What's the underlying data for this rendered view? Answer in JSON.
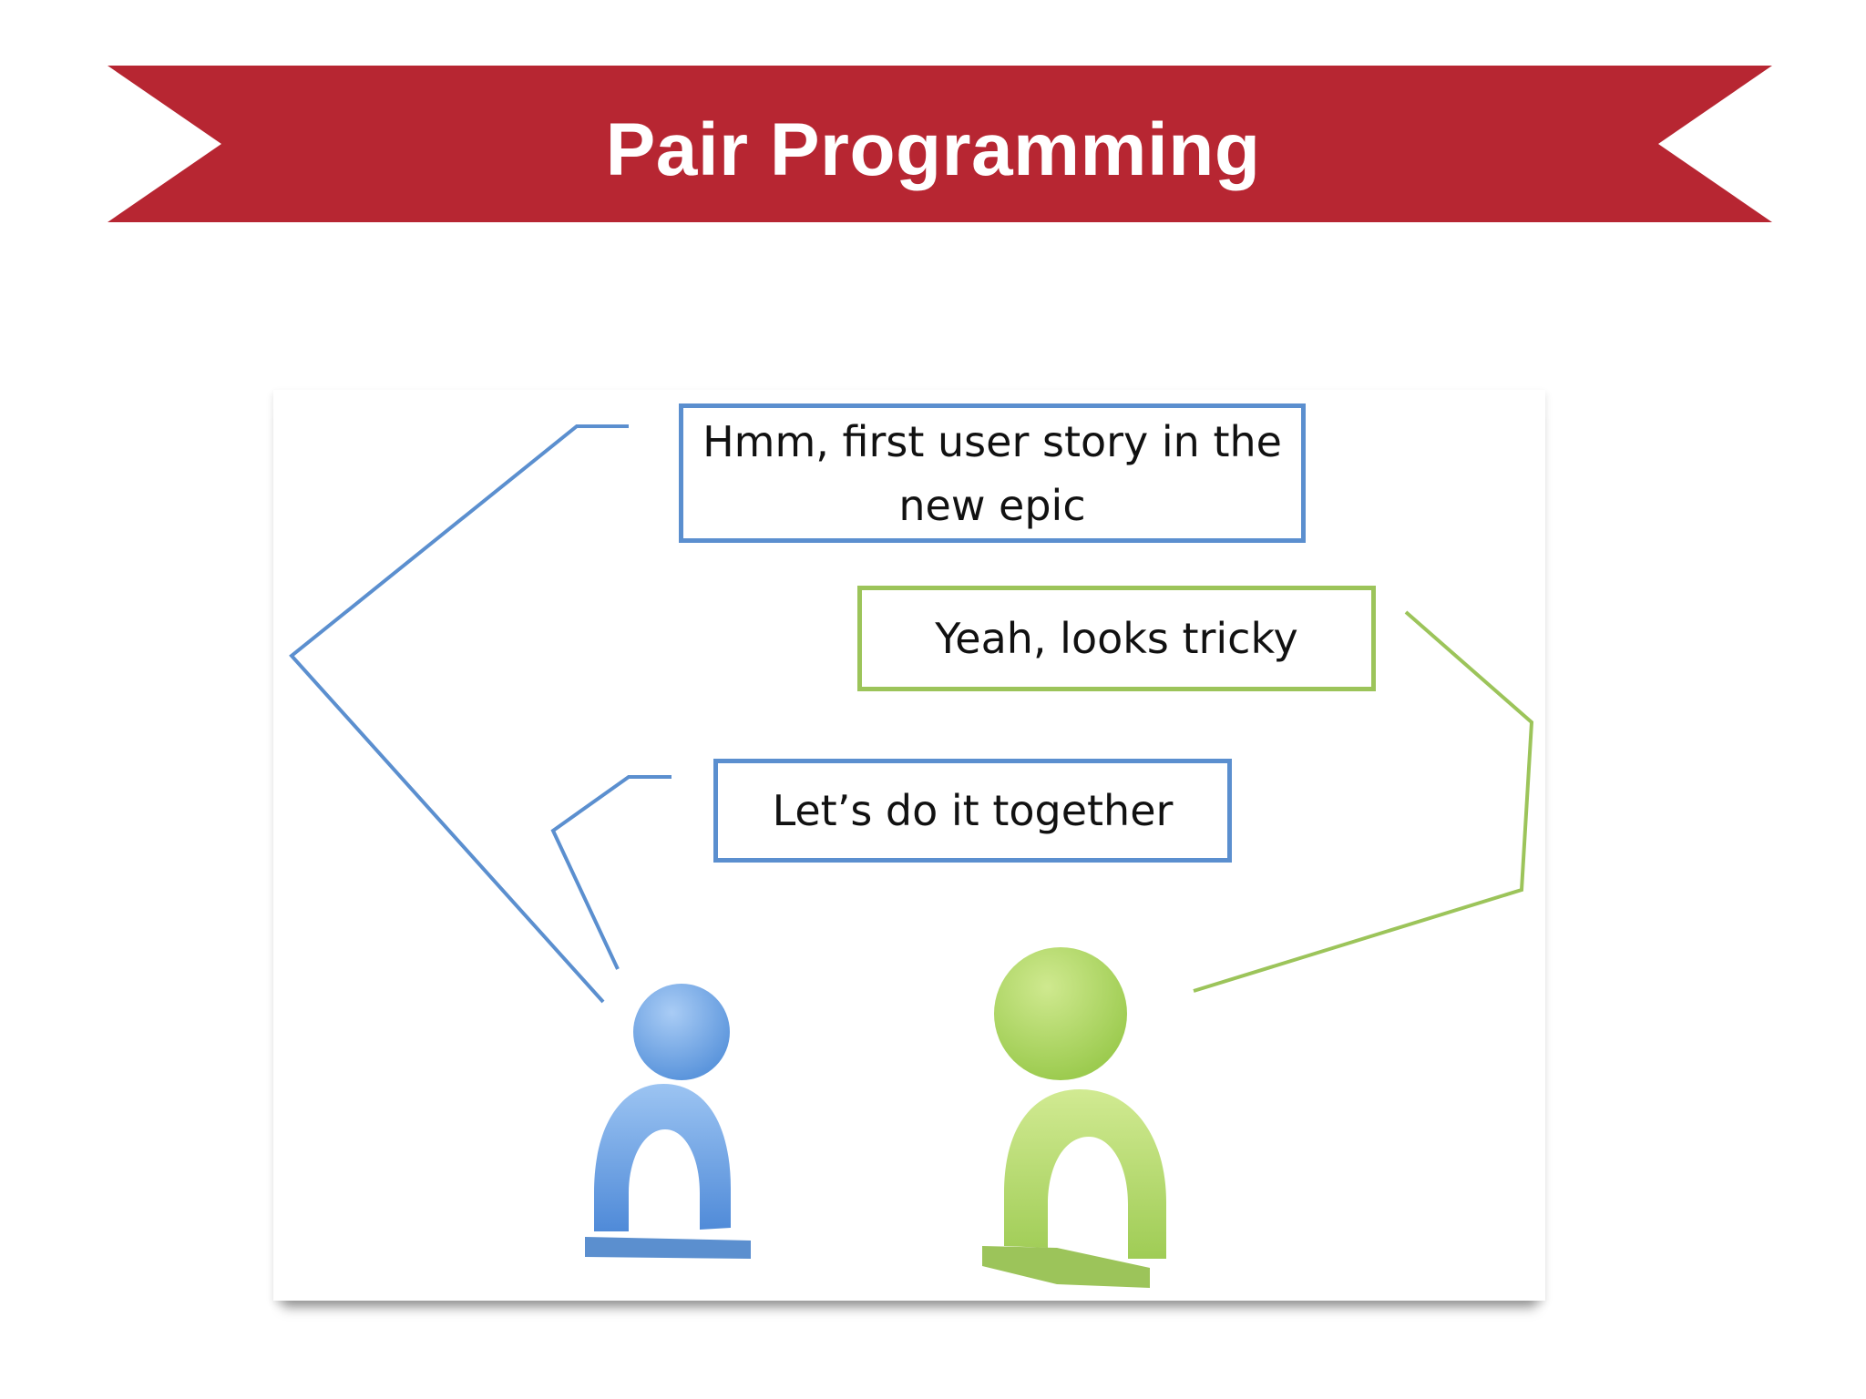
{
  "slide": {
    "title": "Pair Programming"
  },
  "colors": {
    "banner": "#b72632",
    "blue_person": "#5b8fcf",
    "green_person": "#9cc45a"
  },
  "speech": [
    {
      "speaker": "blue",
      "text": "Hmm, first user story in the new epic"
    },
    {
      "speaker": "green",
      "text": "Yeah, looks tricky"
    },
    {
      "speaker": "blue",
      "text": "Let’s do it together"
    }
  ]
}
